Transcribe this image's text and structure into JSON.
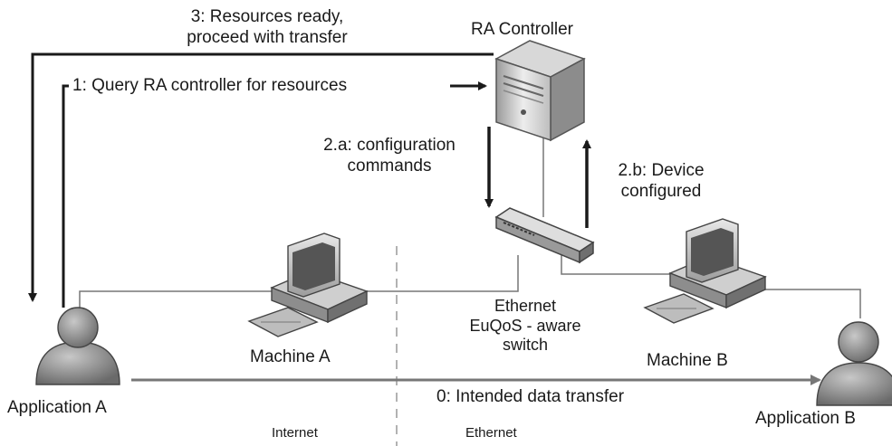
{
  "nodes": {
    "ra_controller": "RA Controller",
    "machine_a": "Machine A",
    "machine_b": "Machine B",
    "application_a": "Application A",
    "application_b": "Application B",
    "switch": [
      "Ethernet",
      "EuQoS - aware",
      "switch"
    ]
  },
  "messages": {
    "step0": "0: Intended data transfer",
    "step1": "1: Query RA controller for resources",
    "step2a": [
      "2.a: configuration",
      "commands"
    ],
    "step2b": [
      "2.b: Device",
      "configured"
    ],
    "step3": [
      "3: Resources ready,",
      "proceed with transfer"
    ]
  },
  "zones": {
    "left": "Internet",
    "right": "Ethernet"
  }
}
